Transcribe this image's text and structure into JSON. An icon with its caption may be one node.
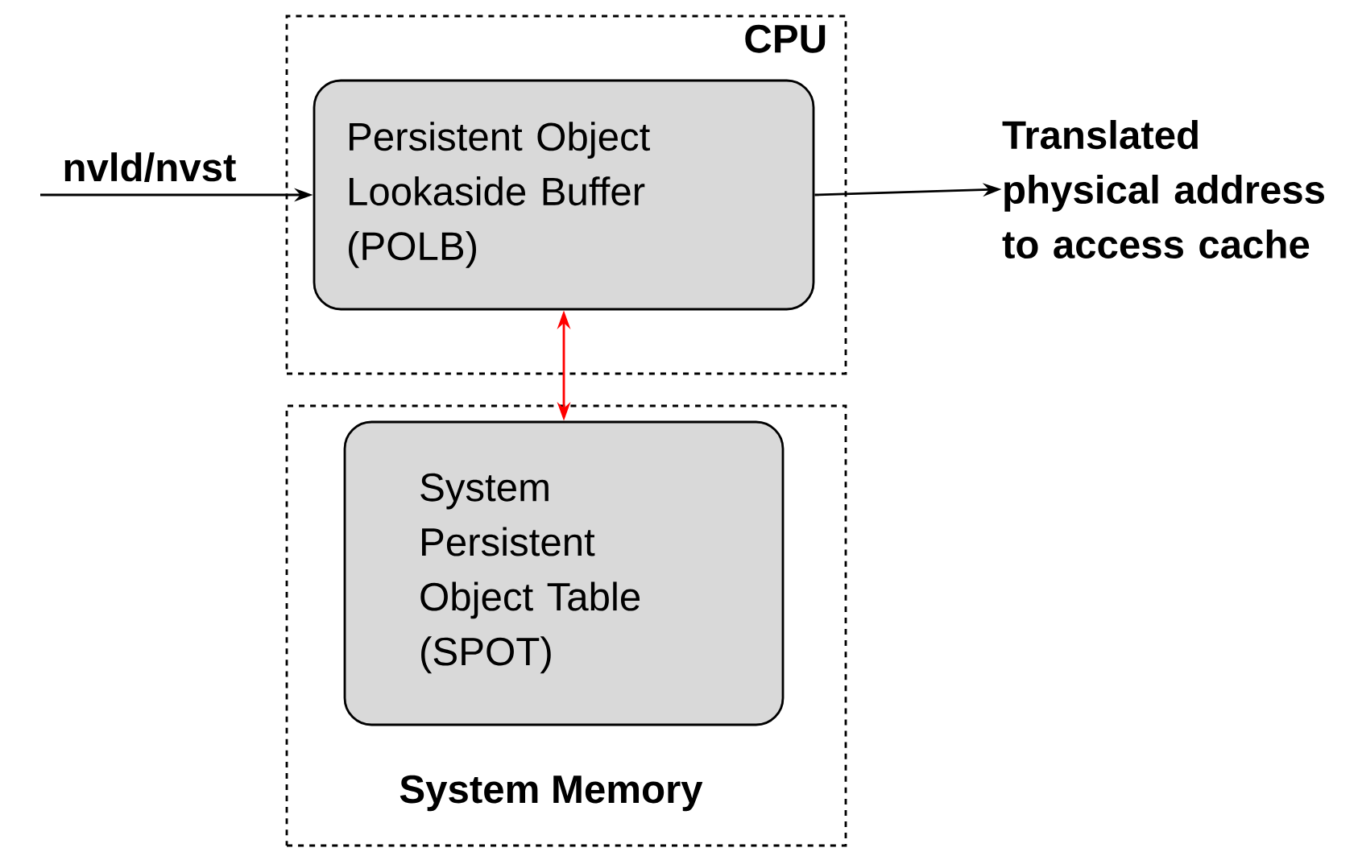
{
  "diagram": {
    "nodes": [
      {
        "text": [
          "CPU"
        ]
      },
      {
        "text": [
          "Persistent Object Lookaside Buffer (POLB)"
        ],
        "in": 0
      },
      {
        "text": [
          "System Memory"
        ]
      },
      {
        "text": [
          "System Persistent Object Table (SPOT)"
        ],
        "in": 2
      },
      {
        "text": [
          "Translated physical address to access cache"
        ]
      }
    ],
    "edges": [
      {
        "from": null,
        "to": 1,
        "arrow": "to",
        "label": "nvld/nvst"
      },
      {
        "from": 1,
        "to": 4,
        "arrow": "to"
      },
      {
        "from": 1,
        "to": 3,
        "arrow": "both",
        "color": "#ff0000"
      }
    ]
  }
}
